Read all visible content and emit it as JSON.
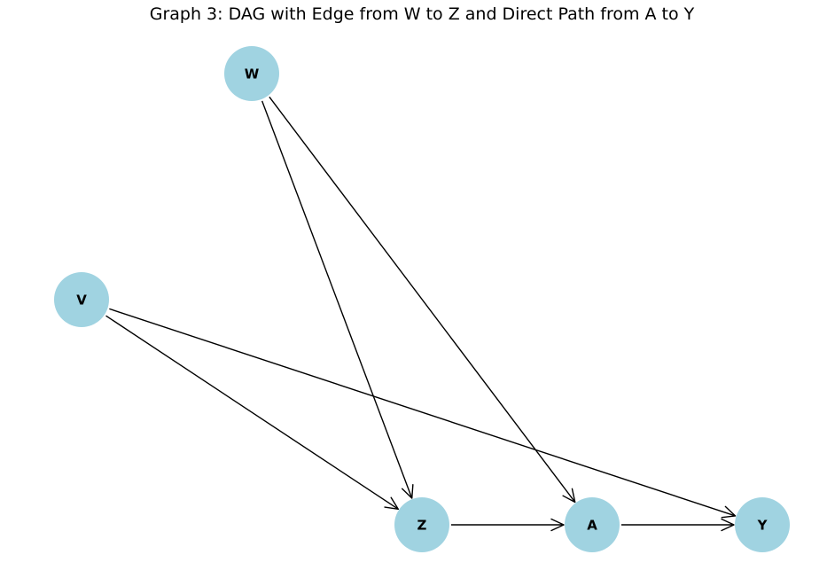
{
  "title": "Graph 3: DAG with Edge from W to Z and Direct Path from A to Y",
  "node_color": "#a0d3e1",
  "edge_color": "#000000",
  "nodes": [
    {
      "id": "W",
      "label": "W"
    },
    {
      "id": "V",
      "label": "V"
    },
    {
      "id": "Z",
      "label": "Z"
    },
    {
      "id": "A",
      "label": "A"
    },
    {
      "id": "Y",
      "label": "Y"
    }
  ],
  "edges": [
    {
      "from": "W",
      "to": "Z"
    },
    {
      "from": "W",
      "to": "A"
    },
    {
      "from": "V",
      "to": "Z"
    },
    {
      "from": "V",
      "to": "Y"
    },
    {
      "from": "Z",
      "to": "A"
    },
    {
      "from": "A",
      "to": "Y"
    }
  ]
}
